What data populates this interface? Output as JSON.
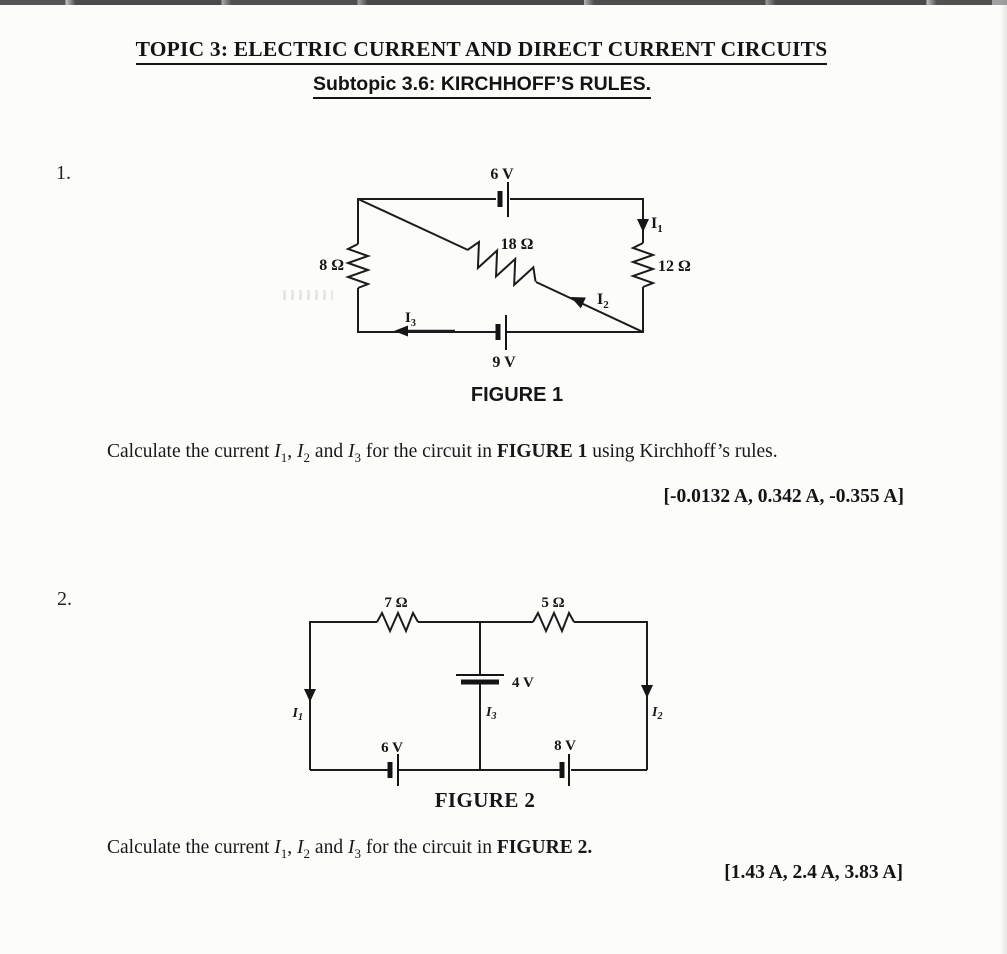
{
  "header": {
    "title": "TOPIC 3: ELECTRIC CURRENT AND DIRECT CURRENT CIRCUITS",
    "subtitle": "Subtopic 3.6: KIRCHHOFF’S RULES."
  },
  "problem1": {
    "number": "1.",
    "q": {
      "lead": "Calculate the current ",
      "i": "I",
      "s1": "1",
      "c1": ", ",
      "s2": "2",
      "c2": " and ",
      "s3": "3",
      "mid": " for the circuit in ",
      "fig": "FIGURE 1",
      "tail": " using Kirchhoff’s rules."
    },
    "answer": "[-0.0132 A, 0.342 A, -0.355 A]",
    "figure": {
      "caption": "FIGURE 1",
      "battery_top": "6 V",
      "battery_bottom": "9 V",
      "resistor_left": "8 Ω",
      "resistor_middle": "18 Ω",
      "resistor_right": "12 Ω",
      "i": "I",
      "i1_sub": "1",
      "i2_sub": "2",
      "i3_sub": "3"
    }
  },
  "problem2": {
    "number": "2.",
    "q": {
      "lead": "Calculate the current ",
      "i": "I",
      "s1": "1",
      "c1": ", ",
      "s2": "2",
      "c2": " and ",
      "s3": "3",
      "mid": " for the circuit in ",
      "fig": "FIGURE 2.",
      "tail": ""
    },
    "answer": "[1.43 A, 2.4 A, 3.83 A]",
    "figure": {
      "caption": "FIGURE 2",
      "resistor_left": "7 Ω",
      "resistor_right": "5 Ω",
      "battery_middle": "4 V",
      "battery_left": "6 V",
      "battery_right": "8 V",
      "i": "I",
      "i1_sub": "1",
      "i2_sub": "2",
      "i3_sub": "3"
    }
  }
}
